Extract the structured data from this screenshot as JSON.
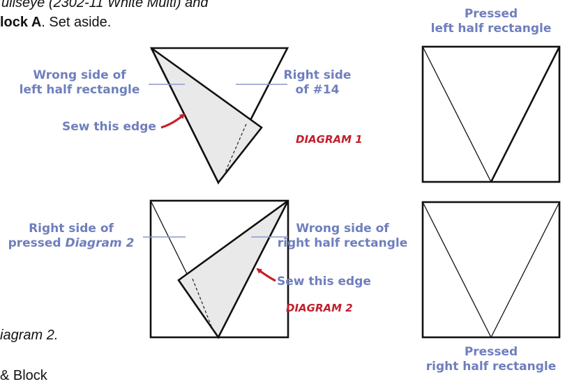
{
  "instructions": {
    "line1": "ullseye (2302-11 White Multi) and",
    "line2_bold": "lock A",
    "line2_rest": ". Set aside.",
    "line3": "iagram 2.",
    "line4": "& Block"
  },
  "labels": {
    "pressed_left_1": "Pressed",
    "pressed_left_2": "left half rectangle",
    "wrong_left_1": "Wrong side of",
    "wrong_left_2": "left half rectangle",
    "right14_1": "Right side",
    "right14_2": "of #14",
    "sew1": "Sew this edge",
    "diagram1": "DIAGRAM 1",
    "right_pressed_1": "Right side of",
    "right_pressed_2a": "pressed ",
    "right_pressed_2b": "Diagram 2",
    "wrong_right_1": "Wrong side of",
    "wrong_right_2": "right half rectangle",
    "sew2": "Sew this edge",
    "diagram2": "DIAGRAM 2",
    "pressed_right_1": "Pressed",
    "pressed_right_2": "right half rectangle"
  },
  "colors": {
    "label_blue": "#6f7fbd",
    "diagram_red": "#c0202c",
    "arrow_red": "#c8202a",
    "fabric_shade": "#e9e9e9"
  }
}
